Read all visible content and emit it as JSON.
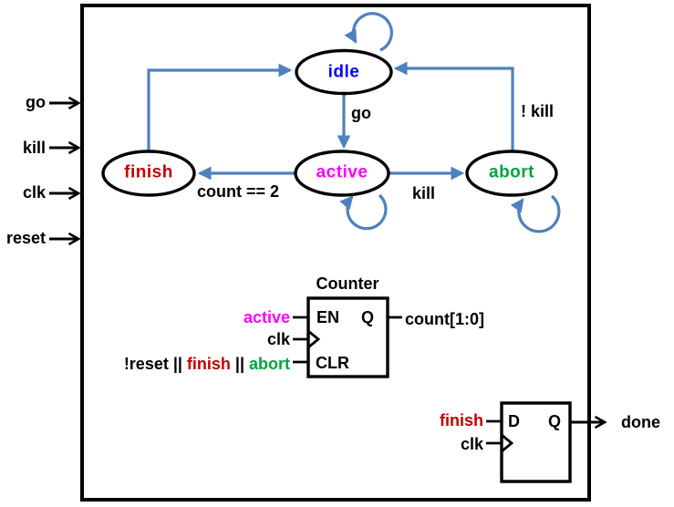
{
  "colors": {
    "arrow": "#4F81BD",
    "black": "#000000",
    "state_idle": "#0000FF",
    "state_active": "#FF00FF",
    "state_abort": "#00A33C",
    "state_finish": "#C00000"
  },
  "module_inputs": [
    {
      "label": "go"
    },
    {
      "label": "kill"
    },
    {
      "label": "clk"
    },
    {
      "label": "reset"
    }
  ],
  "fsm": {
    "states": {
      "idle": "idle",
      "active": "active",
      "abort": "abort",
      "finish": "finish"
    },
    "transitions": {
      "idle_to_active": "go",
      "abort_to_idle": "! kill",
      "active_to_abort": "kill",
      "active_to_finish": "count == 2"
    }
  },
  "counter": {
    "title": "Counter",
    "port_en": "EN",
    "port_q": "Q",
    "port_clr": "CLR",
    "input_en": "active",
    "input_clk": "clk",
    "clr_expr": [
      {
        "text": "!reset || "
      },
      {
        "text": "finish"
      },
      {
        "text": " || "
      },
      {
        "text": "abort"
      }
    ],
    "output": "count[1:0]"
  },
  "dff": {
    "port_d": "D",
    "port_q": "Q",
    "input_d": "finish",
    "input_clk": "clk",
    "output": "done"
  }
}
